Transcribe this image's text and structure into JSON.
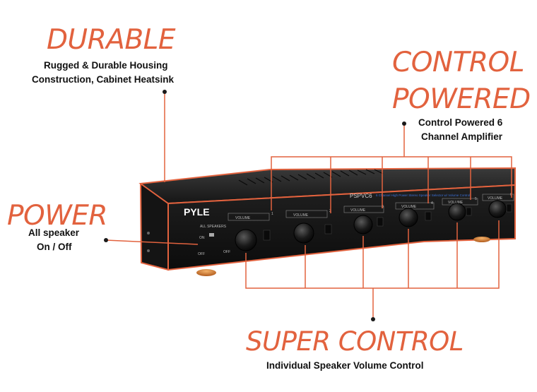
{
  "durable": {
    "heading": "DURABLE",
    "line1": "Rugged & Durable Housing",
    "line2": "Construction, Cabinet Heatsink"
  },
  "control_powered": {
    "heading_line1": "CONTROL",
    "heading_line2": "POWERED",
    "line1": "Control Powered 6",
    "line2": "Channel Amplifier"
  },
  "power": {
    "heading": "POWER",
    "line1": "All speaker",
    "line2": "On / Off"
  },
  "super_control": {
    "heading": "SUPER CONTROL",
    "line1": "Individual Speaker Volume Control"
  },
  "device": {
    "brand": "PYLE",
    "model": "PSPVC6",
    "description": "6 Channel High Power Stereo Speaker Selector w/ Volume Control",
    "all_speakers_label": "ALL SPEAKERS",
    "on_label": "ON",
    "off_label": "OFF",
    "volume_label": "VOLUME",
    "channels": [
      "1",
      "2",
      "3",
      "4",
      "5",
      "6"
    ]
  },
  "colors": {
    "accent": "#e2623e",
    "device_body": "#1a1a1a",
    "text": "#111111"
  }
}
